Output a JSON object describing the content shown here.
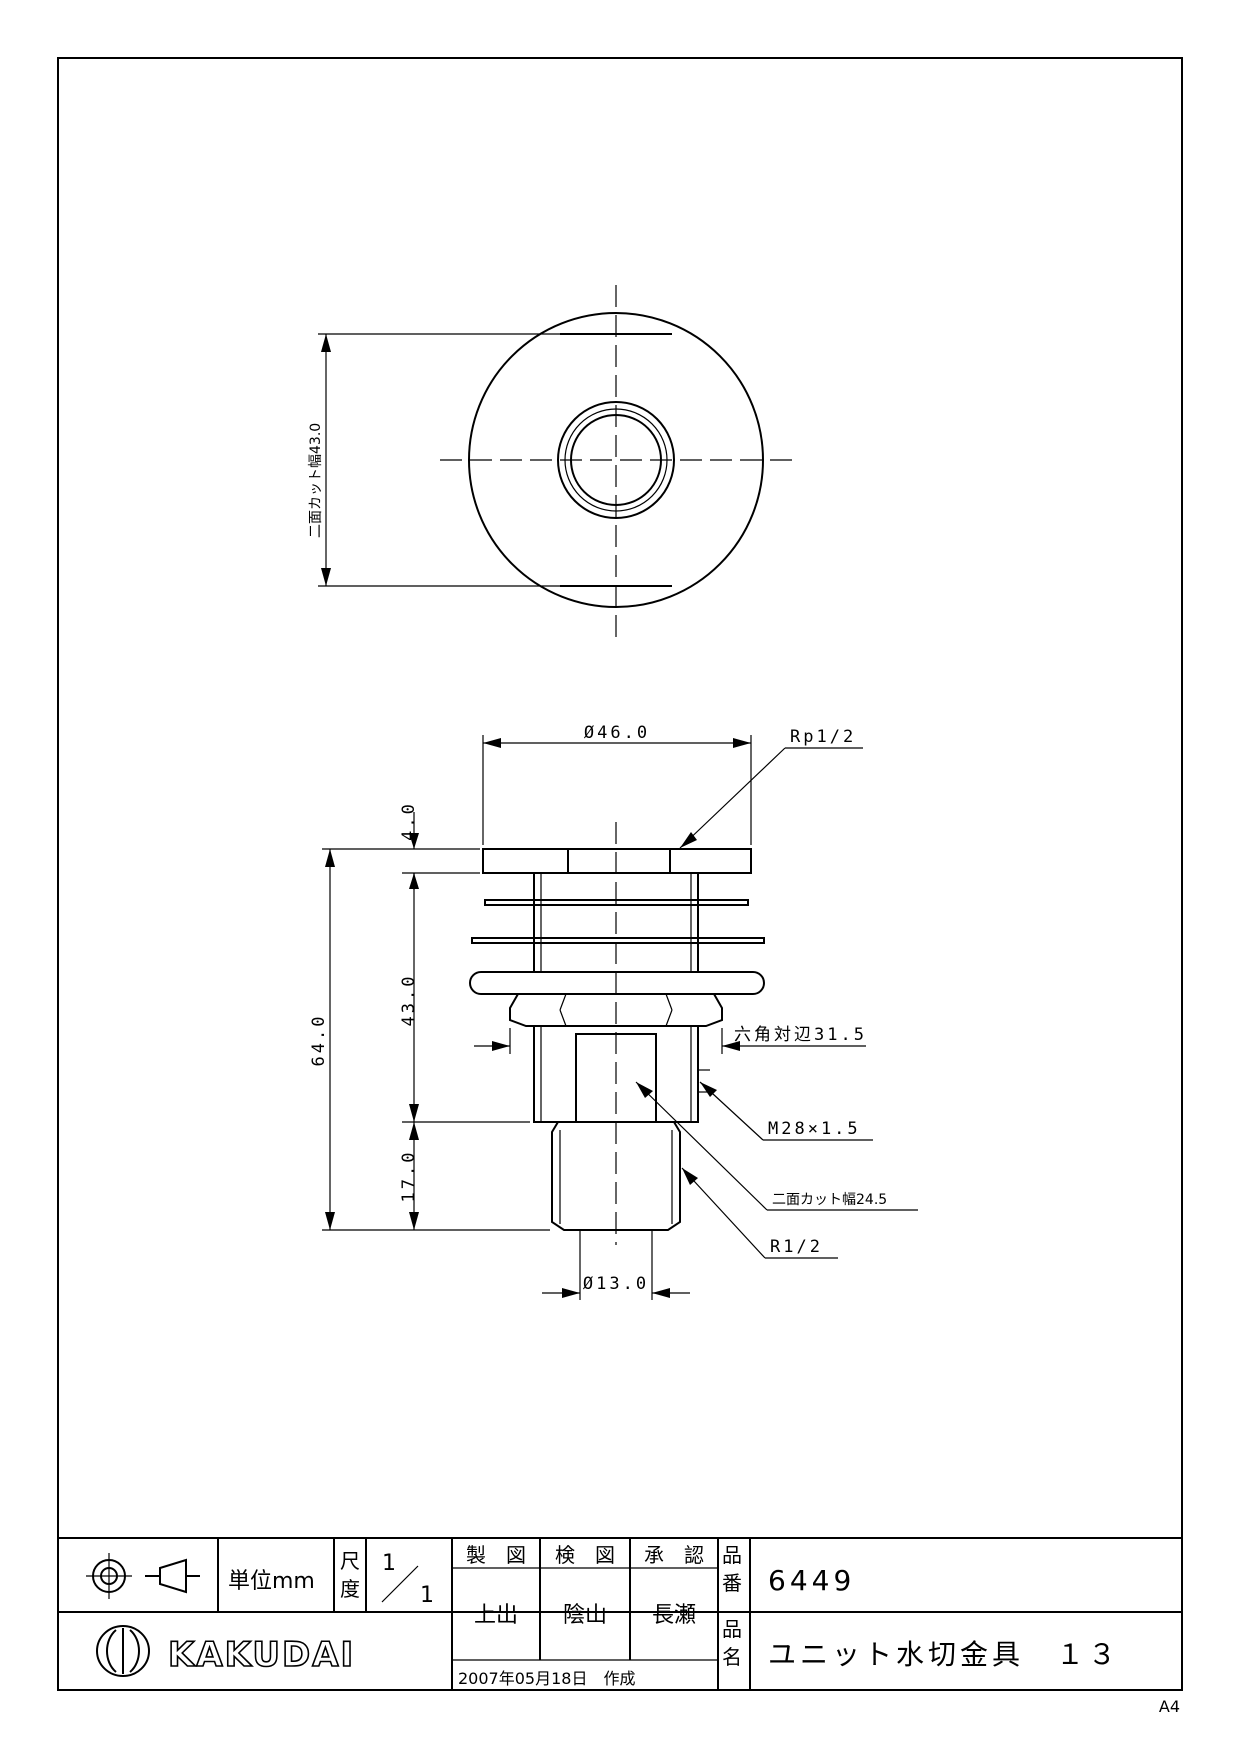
{
  "dimensions": {
    "flat_width_top": "二面カット幅43.0",
    "outer_diameter": "Ø46.0",
    "rp_thread": "Rp1/2",
    "flange_thickness": "4.0",
    "body_height": "43.0",
    "total_height": "64.0",
    "tail_length": "17.0",
    "hex_across_flats": "六角対辺31.5",
    "m_thread": "M28×1.5",
    "flat_width_body": "二面カット幅24.5",
    "r_thread": "R1/2",
    "bore_diameter": "Ø13.0"
  },
  "title_block": {
    "unit_label": "単位mm",
    "scale_label_1": "尺",
    "scale_label_2": "度",
    "scale_num": "1",
    "scale_den": "1",
    "drawn_header": "製　図",
    "checked_header": "検　図",
    "approved_header": "承　認",
    "drawn_by": "上出",
    "checked_by": "陰山",
    "approved_by": "長瀬",
    "date_created": "2007年05月18日　作成",
    "product_no_label_1": "品",
    "product_no_label_2": "番",
    "product_no": "6449",
    "product_name_label_1": "品",
    "product_name_label_2": "名",
    "product_name": "ユニット水切金具　１３",
    "company": "KAKUDAI",
    "paper_size": "A4"
  }
}
